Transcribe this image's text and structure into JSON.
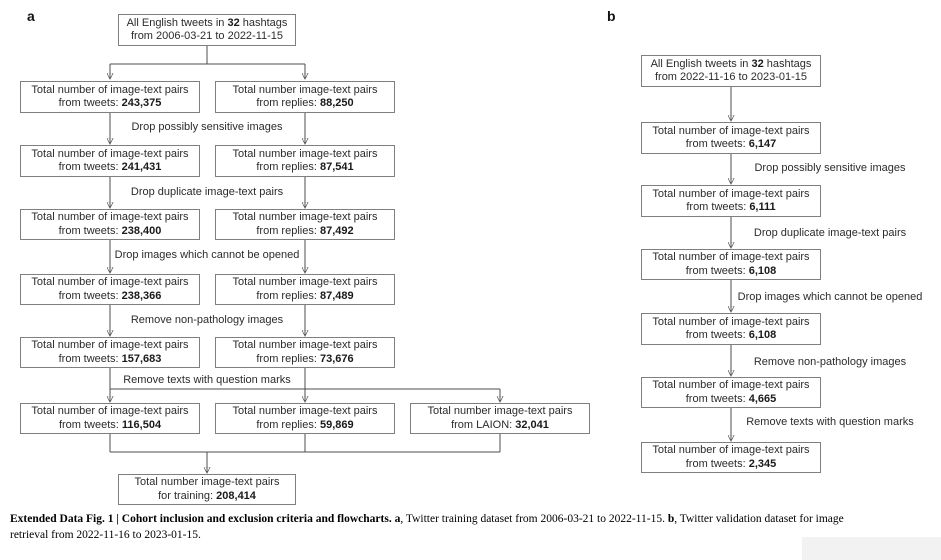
{
  "panel_a": {
    "label": "a",
    "source_box": {
      "line1_pre": "All English tweets in ",
      "line1_bold": "32",
      "line1_post": " hashtags",
      "line2": "from 2006-03-21 to 2022-11-15"
    },
    "steps": [
      "Drop possibly sensitive images",
      "Drop duplicate image-text pairs",
      "Drop images which cannot be opened",
      "Remove non-pathology images",
      "Remove texts with question marks"
    ],
    "tweets_col": {
      "line1": "Total number of image-text pairs",
      "prefix": "from tweets: ",
      "values": [
        "243,375",
        "241,431",
        "238,400",
        "238,366",
        "157,683",
        "116,504"
      ]
    },
    "replies_col": {
      "line1": "Total number image-text pairs",
      "prefix": "from replies: ",
      "values": [
        "88,250",
        "87,541",
        "87,492",
        "87,489",
        "73,676",
        "59,869"
      ]
    },
    "laion_box": {
      "line1": "Total number image-text pairs",
      "prefix": "from LAION: ",
      "value": "32,041"
    },
    "training_box": {
      "line1": "Total number image-text pairs",
      "prefix": "for training: ",
      "value": "208,414"
    }
  },
  "panel_b": {
    "label": "b",
    "source_box": {
      "line1_pre": "All English tweets in ",
      "line1_bold": "32",
      "line1_post": " hashtags",
      "line2": "from 2022-11-16 to 2023-01-15"
    },
    "steps": [
      "Drop possibly sensitive images",
      "Drop duplicate image-text pairs",
      "Drop images which cannot be opened",
      "Remove non-pathology images",
      "Remove texts with question marks"
    ],
    "tweets_col": {
      "line1": "Total number of image-text pairs",
      "prefix": "from tweets: ",
      "values": [
        "6,147",
        "6,111",
        "6,108",
        "6,108",
        "4,665",
        "2,345"
      ]
    }
  },
  "caption": {
    "bold_title": "Extended Data Fig. 1 | Cohort inclusion and exclusion criteria and flowcharts. ",
    "a_label": "a",
    "a_text": ", Twitter training dataset from 2006-03-21 to 2022-11-15. ",
    "b_label": "b",
    "b_text": ", Twitter validation dataset for image retrieval from 2022-11-16 to 2023-01-15."
  }
}
